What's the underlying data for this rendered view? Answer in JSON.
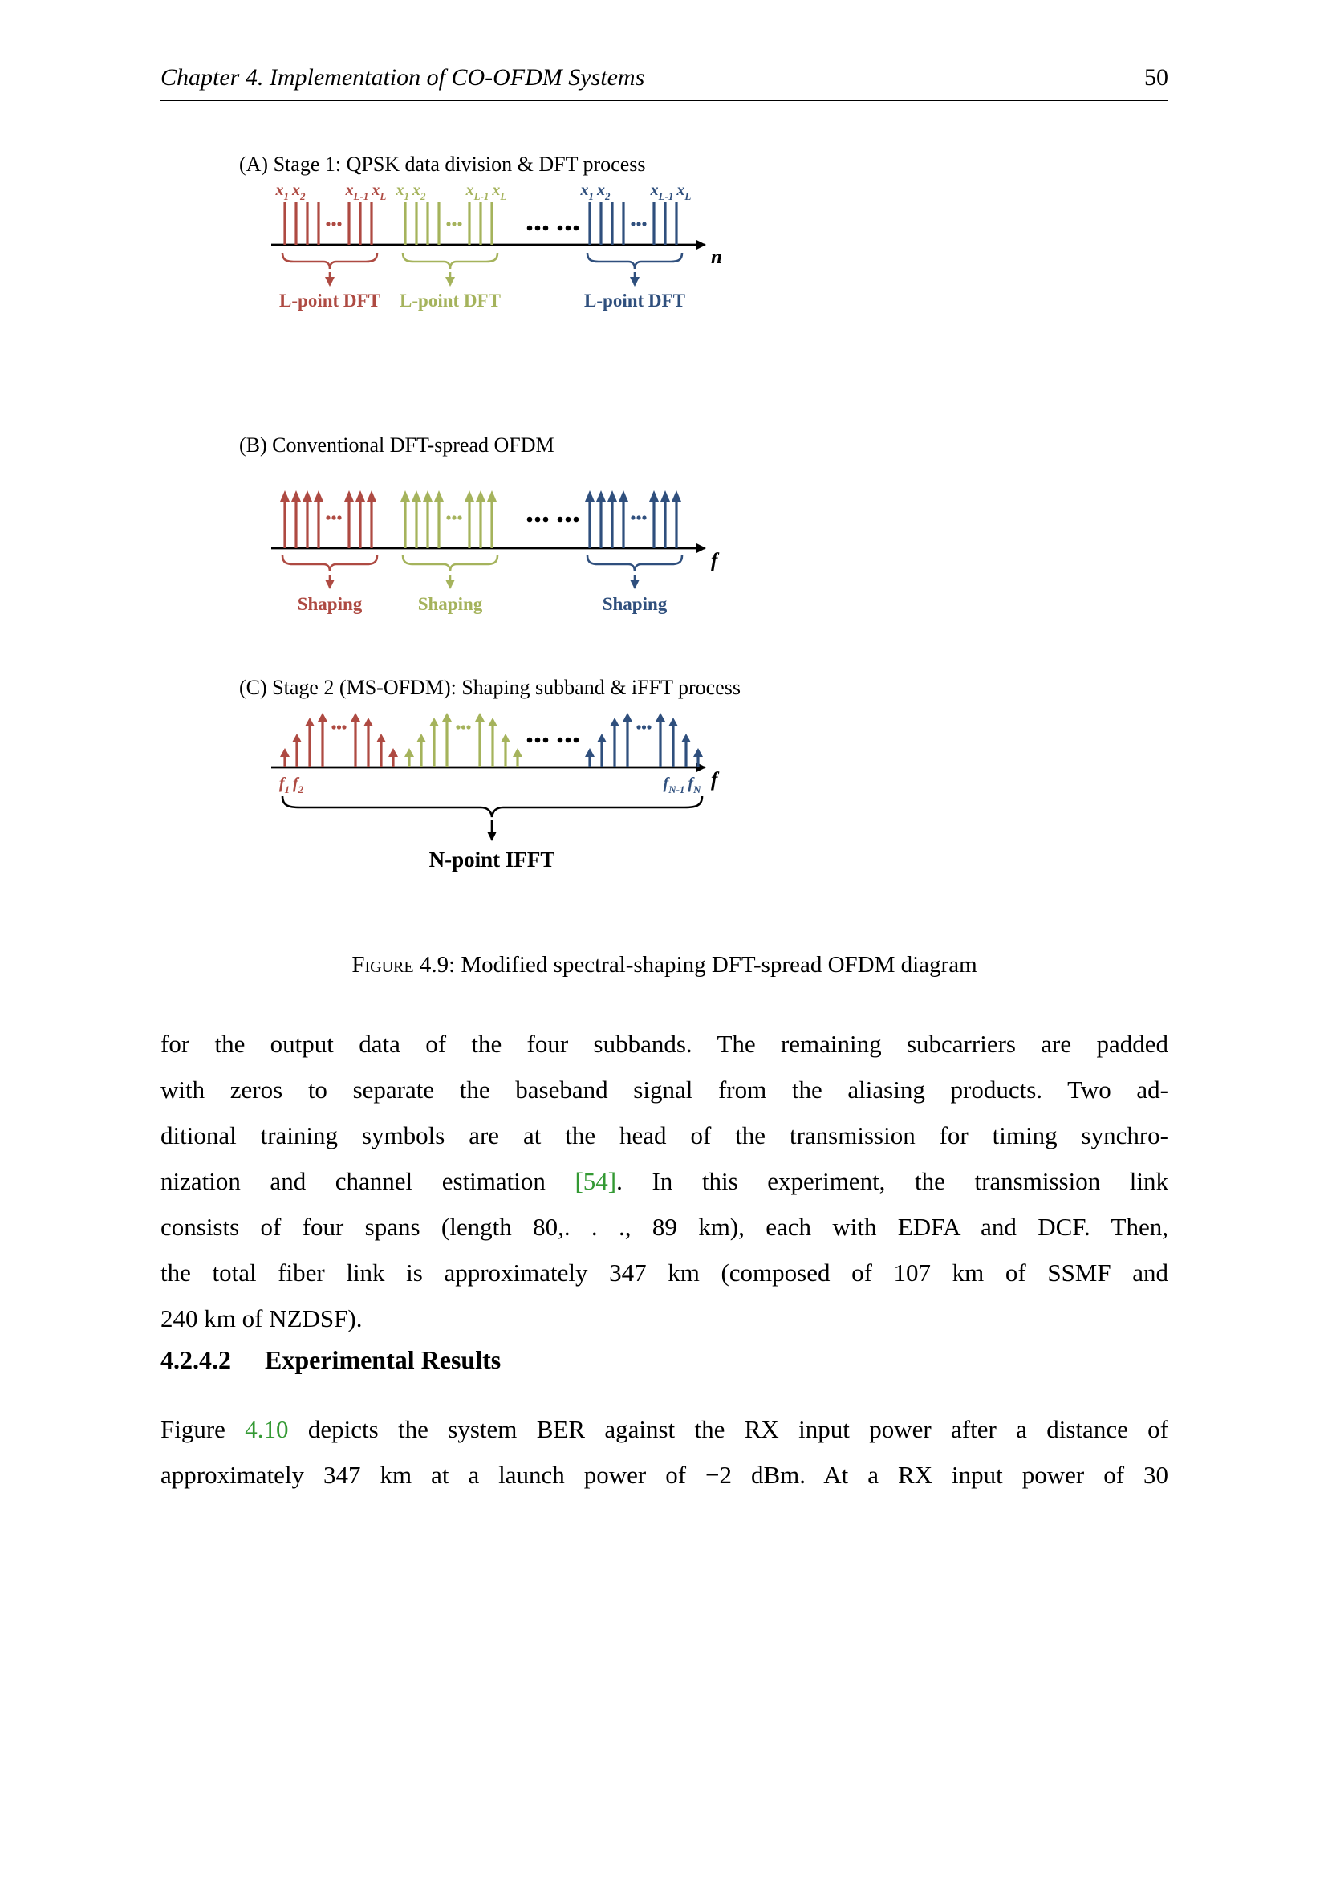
{
  "header": {
    "chapter": "Chapter 4.",
    "title": "Implementation of CO-OFDM Systems",
    "page_number": "50"
  },
  "figure": {
    "panel_a": {
      "title": "(A) Stage 1: QPSK data division & DFT process",
      "axis_label": "n",
      "dft_label": "L-point DFT",
      "xfirst": {
        "b1": "x",
        "s1": "1",
        "b2": "x",
        "s2": "2"
      },
      "xlast": {
        "b1": "x",
        "s1": "L-1",
        "b2": "x",
        "s2": "L"
      }
    },
    "panel_b": {
      "title": "(B) Conventional DFT-spread OFDM",
      "axis_label": "f",
      "shaping_label": "Shaping"
    },
    "panel_c": {
      "title": "(C) Stage 2 (MS-OFDM): Shaping subband & iFFT process",
      "axis_label": "f",
      "ifft_label": "N-point IFFT",
      "ffirst": {
        "b1": "f",
        "s1": "1",
        "b2": "f",
        "s2": "2"
      },
      "flast": {
        "b1": "f",
        "s1": "N-1",
        "b2": "f",
        "s2": "N"
      }
    },
    "caption_label": "Figure 4.9:",
    "caption_text": "Modified spectral-shaping DFT-spread OFDM diagram",
    "colors": {
      "red": "#AE4A42",
      "green": "#A5B35C",
      "blue": "#2F4F7D"
    }
  },
  "body": {
    "p1_l1": "for the output data of the four subbands. The remaining subcarriers are padded",
    "p1_l2": "with zeros to separate the baseband signal from the aliasing products. Two ad-",
    "p1_l3": "ditional training symbols are at the head of the transmission for timing synchro-",
    "p1_l4a": "nization and channel estimation ",
    "p1_l4_cite": "[54]",
    "p1_l4b": ". In this experiment, the transmission link",
    "p1_l5": "consists of four spans (length 80,. . ., 89 km), each with EDFA and DCF. Then,",
    "p1_l6": "the total fiber link is approximately 347 km (composed of 107 km of SSMF and",
    "p1_l7": "240 km of NZDSF).",
    "section_number": "4.2.4.2",
    "section_title": "Experimental Results",
    "p2_l1a": "Figure ",
    "p2_l1_ref": "4.10",
    "p2_l1b": " depicts the system BER against the RX input power after a distance of",
    "p2_l2": "approximately 347 km at a launch power of −2 dBm. At a RX input power of 30",
    "link_color": "#339933"
  }
}
